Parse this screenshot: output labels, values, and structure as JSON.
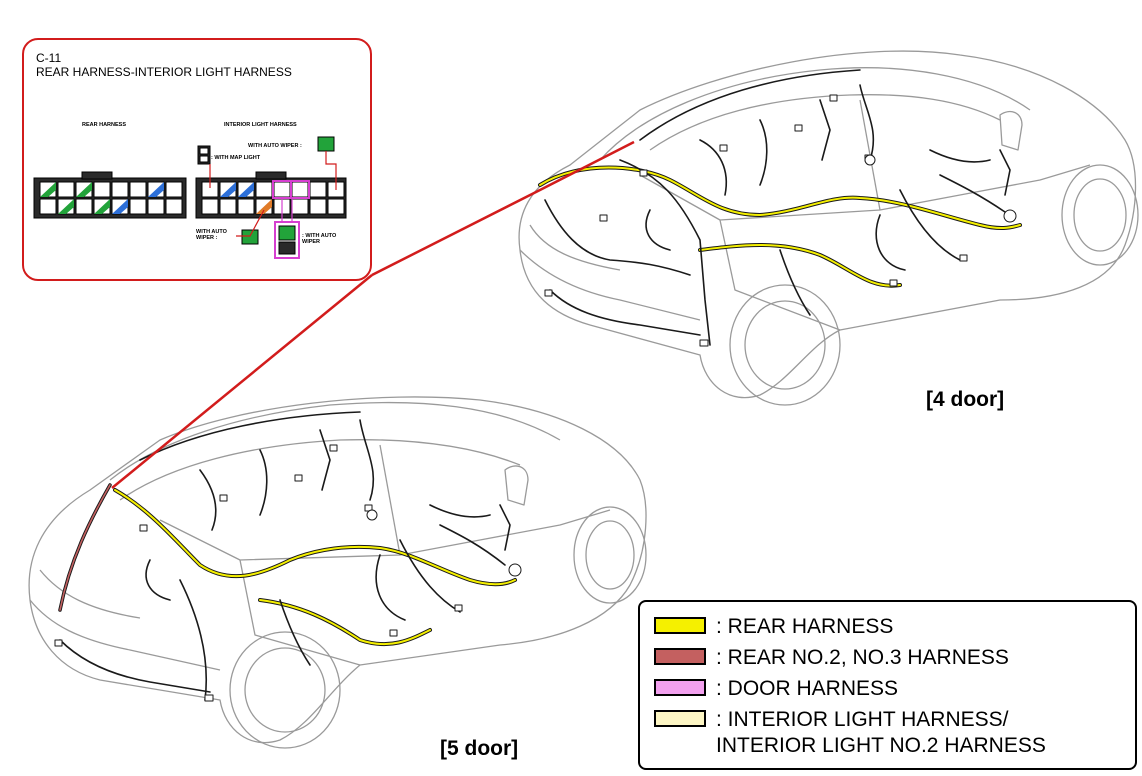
{
  "callout": {
    "code": "C-11",
    "title": "REAR HARNESS-INTERIOR LIGHT HARNESS",
    "rear_harness_label": "REAR HARNESS",
    "interior_light_label": "INTERIOR LIGHT HARNESS",
    "with_auto_wiper_top": "WITH AUTO WIPER :",
    "with_map_light": ": WITH MAP LIGHT",
    "with_auto_wiper_left": "WITH AUTO WIPER :",
    "with_auto_wiper_right": ": WITH AUTO WIPER",
    "accent": "#d21c1c"
  },
  "legend": {
    "items": [
      {
        "label": ": REAR HARNESS",
        "color": "#f5f000"
      },
      {
        "label": ": REAR NO.2, NO.3 HARNESS",
        "color": "#c46060"
      },
      {
        "label": ": DOOR HARNESS",
        "color": "#f2a0ee"
      },
      {
        "label": ": INTERIOR LIGHT HARNESS/\nINTERIOR LIGHT NO.2 HARNESS",
        "color": "#fdf6c4"
      }
    ]
  },
  "labels": {
    "four_door": "[4 door]",
    "five_door": "[5 door]"
  },
  "colors": {
    "outline": "#9a9a9a",
    "wire": "#1a1a1a",
    "rear_harness": "#f5f000",
    "leader_line": "#d21c1c",
    "connector_green": "#22a33a",
    "connector_blue": "#2c6fd8",
    "connector_orange": "#e07b28",
    "connector_pink": "#d63fd0"
  }
}
